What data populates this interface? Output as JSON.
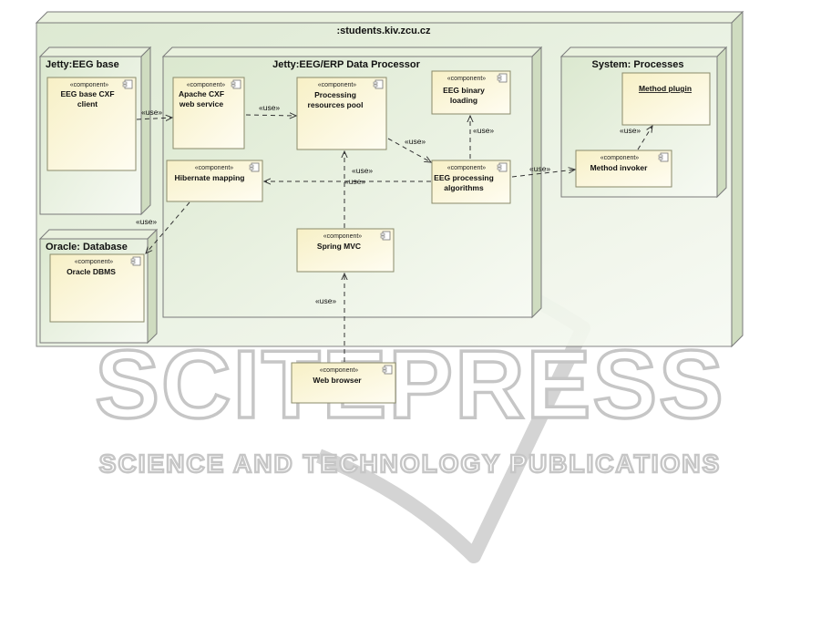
{
  "nodes": {
    "server": ":students.kiv.zcu.cz",
    "eeg_base": "Jetty:EEG base",
    "processor": "Jetty:EEG/ERP Data Processor",
    "processes": "System: Processes",
    "database": "Oracle: Database"
  },
  "stereotype": "«component»",
  "use_label": "«use»",
  "components": {
    "cxf_client": [
      "EEG base CXF",
      "client"
    ],
    "apache_cxf": [
      "Apache CXF",
      "web service"
    ],
    "pool": [
      "Processing",
      "resources pool"
    ],
    "binary": [
      "EEG binary",
      "loading"
    ],
    "hibernate": [
      "Hibernate mapping"
    ],
    "algorithms": [
      "EEG processing",
      "algorithms"
    ],
    "spring": [
      "Spring MVC"
    ],
    "oracle": [
      "Oracle DBMS"
    ],
    "method_plugin": [
      "Method plugin"
    ],
    "method_invoker": [
      "Method invoker"
    ],
    "browser": [
      "Web browser"
    ]
  },
  "watermark": {
    "brand": "SCITEPRESS",
    "tagline": "SCIENCE AND TECHNOLOGY PUBLICATIONS"
  },
  "colors": {
    "node_fill": "#e6efdb",
    "node_side": "#cfdcc0",
    "component_fill": "#fcf7d6",
    "border": "#7a7a7a",
    "watermark": "#c6c6c6"
  }
}
